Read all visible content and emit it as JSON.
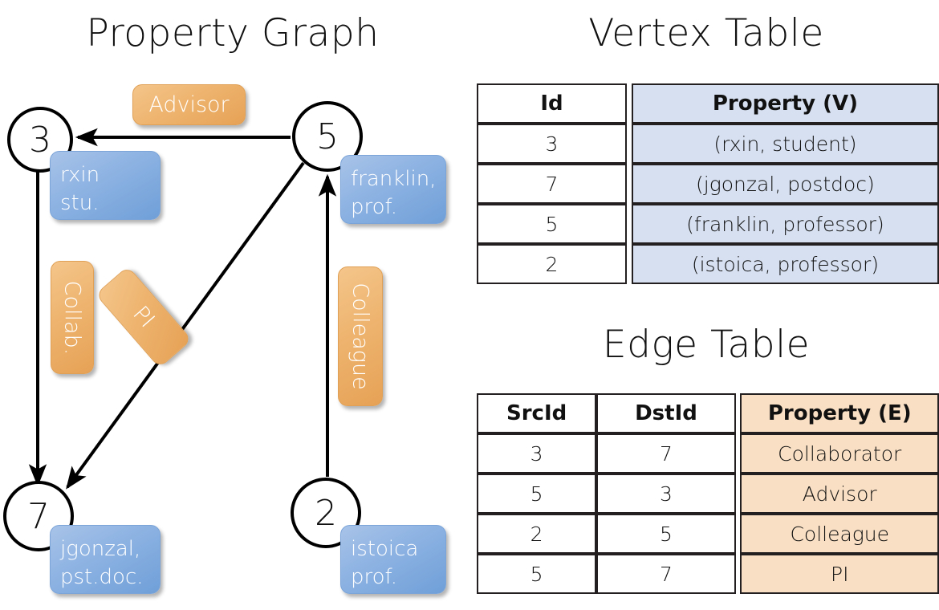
{
  "titles": {
    "property_graph": "Property Graph",
    "vertex_table": "Vertex Table",
    "edge_table": "Edge Table"
  },
  "graph": {
    "nodes": [
      {
        "id": "3",
        "property_line1": "rxin",
        "property_line2": "stu."
      },
      {
        "id": "5",
        "property_line1": "franklin,",
        "property_line2": "prof."
      },
      {
        "id": "7",
        "property_line1": "jgonzal,",
        "property_line2": "pst.doc."
      },
      {
        "id": "2",
        "property_line1": "istoica",
        "property_line2": "prof."
      }
    ],
    "edge_labels": {
      "advisor": "Advisor",
      "collab": "Collab.",
      "pi": "PI",
      "colleague": "Colleague"
    }
  },
  "vertex_table": {
    "headers": [
      "Id",
      "Property (V)"
    ],
    "rows": [
      [
        "3",
        "(rxin, student)"
      ],
      [
        "7",
        "(jgonzal, postdoc)"
      ],
      [
        "5",
        "(franklin, professor)"
      ],
      [
        "2",
        "(istoica, professor)"
      ]
    ]
  },
  "edge_table": {
    "headers": [
      "SrcId",
      "DstId",
      "Property (E)"
    ],
    "rows": [
      [
        "3",
        "7",
        "Collaborator"
      ],
      [
        "5",
        "3",
        "Advisor"
      ],
      [
        "2",
        "5",
        "Colleague"
      ],
      [
        "5",
        "7",
        "PI"
      ]
    ]
  },
  "colors": {
    "vertex_property_fill": "#d6e0f0",
    "edge_property_fill": "#f9dfc3",
    "node_box_blue": "#8fb4e3",
    "edge_box_orange": "#eeb46f",
    "stroke": "#000000"
  }
}
